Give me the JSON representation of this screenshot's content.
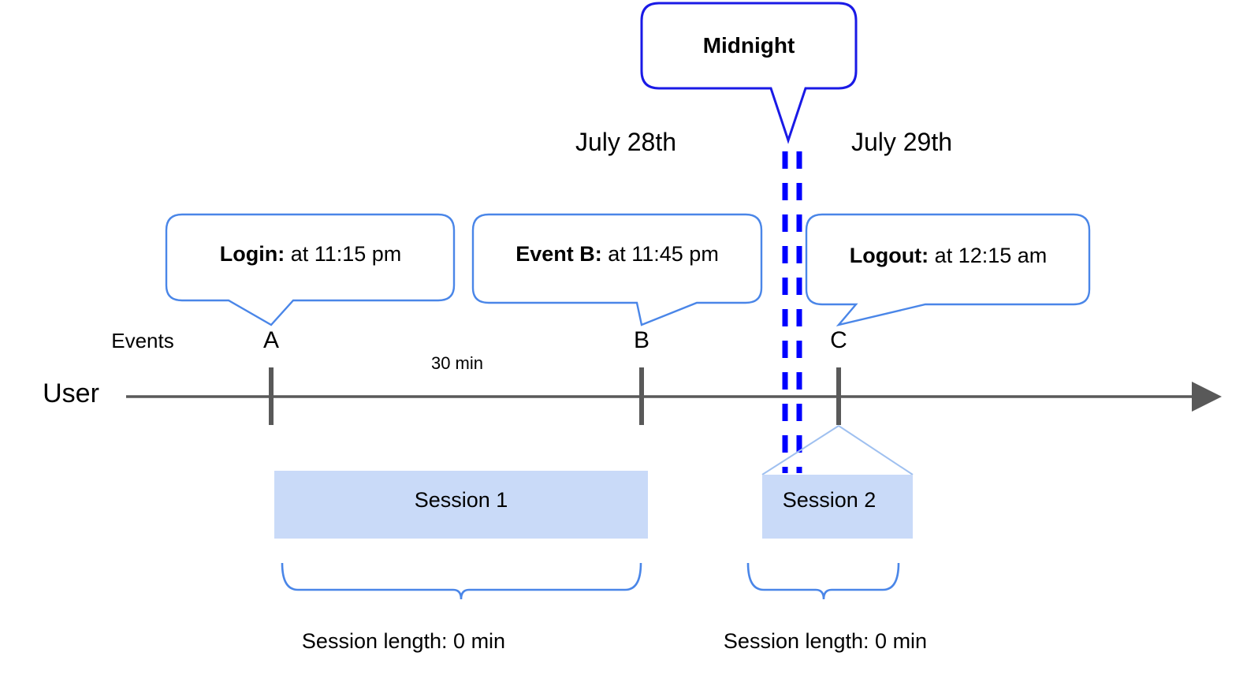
{
  "diagram": {
    "title_implied": "User session timeline across midnight",
    "colors": {
      "callout_border": "#4a86e8",
      "midnight_border": "#1a1ae6",
      "midnight_dashed_line": "#0000ff",
      "session_fill": "#c9daf8",
      "session_connector": "#9fc0f0",
      "axis": "#595959",
      "tick": "#595959",
      "brace": "#4a86e8",
      "text": "#000000"
    },
    "midnight_callout": {
      "label": "Midnight"
    },
    "dates": [
      {
        "id": "day-left",
        "label": "July 28th"
      },
      {
        "id": "day-right",
        "label": "July 29th"
      }
    ],
    "event_callouts": [
      {
        "id": "login",
        "bold": "Login:",
        "rest": " at 11:15 pm"
      },
      {
        "id": "event-b",
        "bold": "Event B:",
        "rest": " at 11:45 pm"
      },
      {
        "id": "logout",
        "bold": "Logout:",
        "rest": " at 12:15 am"
      }
    ],
    "rows": {
      "events_label": "Events",
      "user_label": "User"
    },
    "event_markers": [
      {
        "id": "a",
        "letter": "A"
      },
      {
        "id": "b",
        "letter": "B"
      },
      {
        "id": "c",
        "letter": "C"
      }
    ],
    "gap_label": "30 min",
    "sessions": [
      {
        "id": "session-1",
        "label": "Session 1",
        "length_label": "Session length: 0 min"
      },
      {
        "id": "session-2",
        "label": "Session 2",
        "length_label": "Session length: 0 min"
      }
    ]
  }
}
